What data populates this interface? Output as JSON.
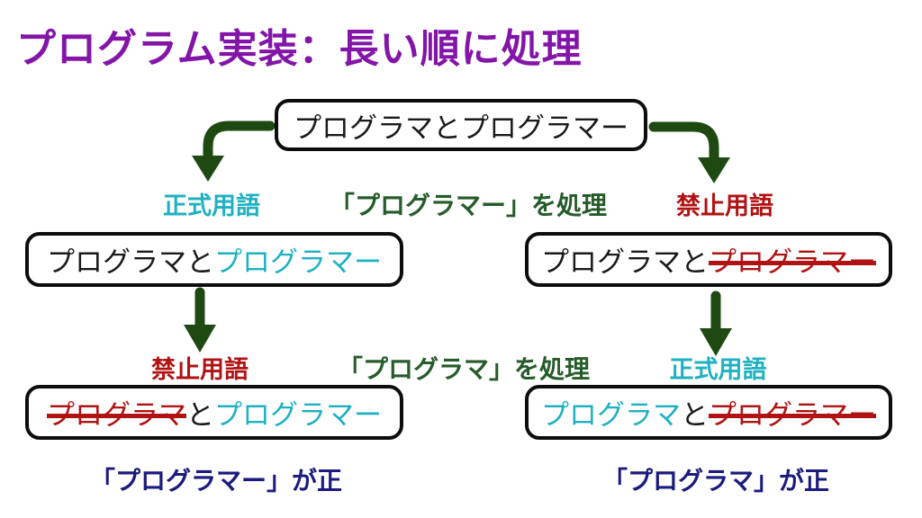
{
  "title": "プログラム実装：長い順に処理",
  "colors": {
    "title_purple": "#8316a8",
    "official_cyan": "#1fb1c1",
    "banned_red": "#b01313",
    "arrow_green": "#1e4a12",
    "process_green": "#265c2a",
    "result_navy": "#1b1b7e",
    "box_border": "#0d0d0d"
  },
  "top_box": {
    "text": "プログラマとプログラマー"
  },
  "step1": {
    "left_label": "正式用語",
    "center_label": "「プログラマー」を処理",
    "right_label": "禁止用語",
    "left_box": {
      "plain": "プログラマと",
      "official": "プログラマー"
    },
    "right_box": {
      "plain": "プログラマと",
      "banned": "プログラマー"
    }
  },
  "step2": {
    "left_label": "禁止用語",
    "center_label": "「プログラマ」を処理",
    "right_label": "正式用語",
    "left_box": {
      "banned": "プログラマ",
      "connector": "と",
      "official": "プログラマー"
    },
    "right_box": {
      "official": "プログラマ",
      "connector": "と",
      "banned": "プログラマー"
    }
  },
  "footer": {
    "left": "「プログラマー」が正",
    "right": "「プログラマ」が正"
  }
}
